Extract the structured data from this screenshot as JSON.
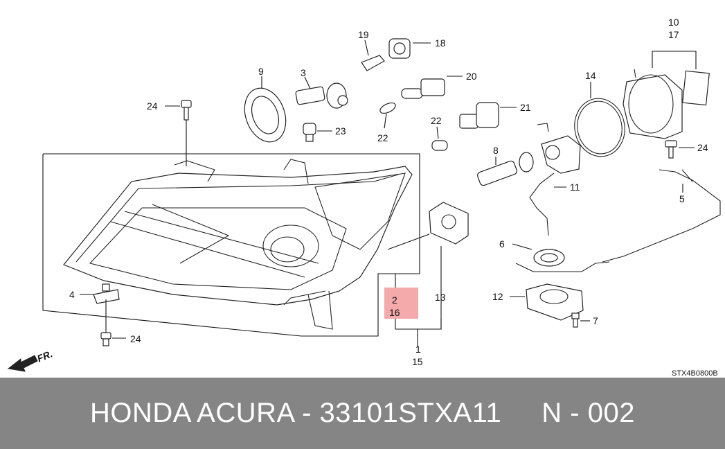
{
  "diagram": {
    "callouts": {
      "c1": "1",
      "c2": "2",
      "c3": "3",
      "c4": "4",
      "c5": "5",
      "c6": "6",
      "c7": "7",
      "c8": "8",
      "c9": "9",
      "c10": "10",
      "c11": "11",
      "c12": "12",
      "c13": "13",
      "c14": "14",
      "c15": "15",
      "c16": "16",
      "c17": "17",
      "c18": "18",
      "c19": "19",
      "c20": "20",
      "c21": "21",
      "c22a": "22",
      "c22b": "22",
      "c23": "23",
      "c24a": "24",
      "c24b": "24",
      "c24c": "24"
    },
    "front_marker": "FR.",
    "diagram_code": "STX4B0800B",
    "highlight_color": "#f4a9aa"
  },
  "footer": {
    "text": "HONDA ACURA - 33101STXA11     N - 002"
  }
}
